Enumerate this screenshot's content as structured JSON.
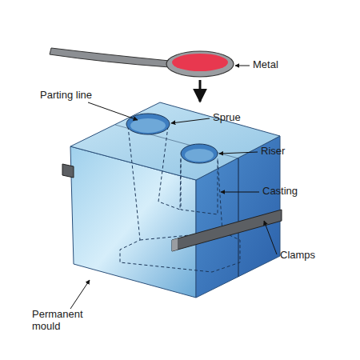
{
  "diagram": {
    "labels": [
      "Metal",
      "Parting line",
      "Sprue",
      "Riser",
      "Casting",
      "Clamps",
      "Permanent mould"
    ]
  }
}
